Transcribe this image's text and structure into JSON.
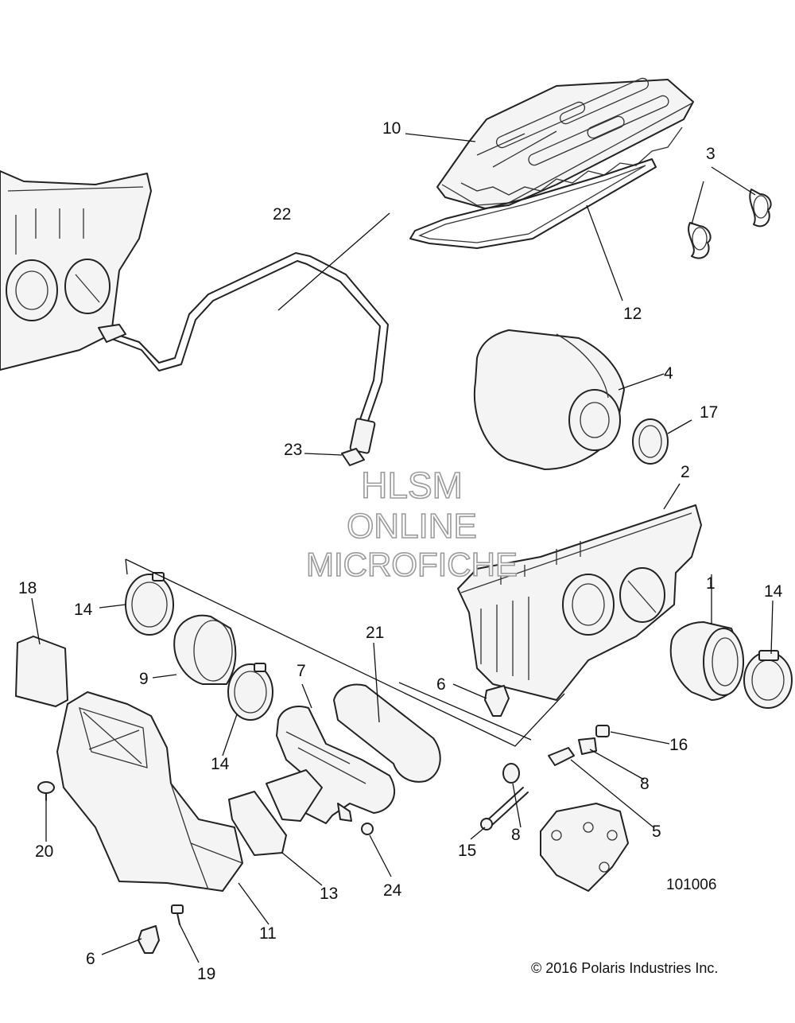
{
  "diagram": {
    "callouts": [
      {
        "id": "c1",
        "label": "1"
      },
      {
        "id": "c2",
        "label": "2"
      },
      {
        "id": "c3",
        "label": "3"
      },
      {
        "id": "c4",
        "label": "4"
      },
      {
        "id": "c5",
        "label": "5"
      },
      {
        "id": "c6a",
        "label": "6"
      },
      {
        "id": "c6b",
        "label": "6"
      },
      {
        "id": "c7",
        "label": "7"
      },
      {
        "id": "c8a",
        "label": "8"
      },
      {
        "id": "c8b",
        "label": "8"
      },
      {
        "id": "c9",
        "label": "9"
      },
      {
        "id": "c10",
        "label": "10"
      },
      {
        "id": "c11",
        "label": "11"
      },
      {
        "id": "c12",
        "label": "12"
      },
      {
        "id": "c13",
        "label": "13"
      },
      {
        "id": "c14a",
        "label": "14"
      },
      {
        "id": "c14b",
        "label": "14"
      },
      {
        "id": "c14c",
        "label": "14"
      },
      {
        "id": "c15",
        "label": "15"
      },
      {
        "id": "c16",
        "label": "16"
      },
      {
        "id": "c17",
        "label": "17"
      },
      {
        "id": "c18",
        "label": "18"
      },
      {
        "id": "c19",
        "label": "19"
      },
      {
        "id": "c20",
        "label": "20"
      },
      {
        "id": "c21",
        "label": "21"
      },
      {
        "id": "c22",
        "label": "22"
      },
      {
        "id": "c23",
        "label": "23"
      },
      {
        "id": "c24",
        "label": "24"
      }
    ],
    "watermark": {
      "line1": "HLSM",
      "line2": "ONLINE",
      "line3": "MICROFICHE"
    },
    "diagram_id": "101006",
    "copyright": "© 2016 Polaris Industries Inc."
  }
}
